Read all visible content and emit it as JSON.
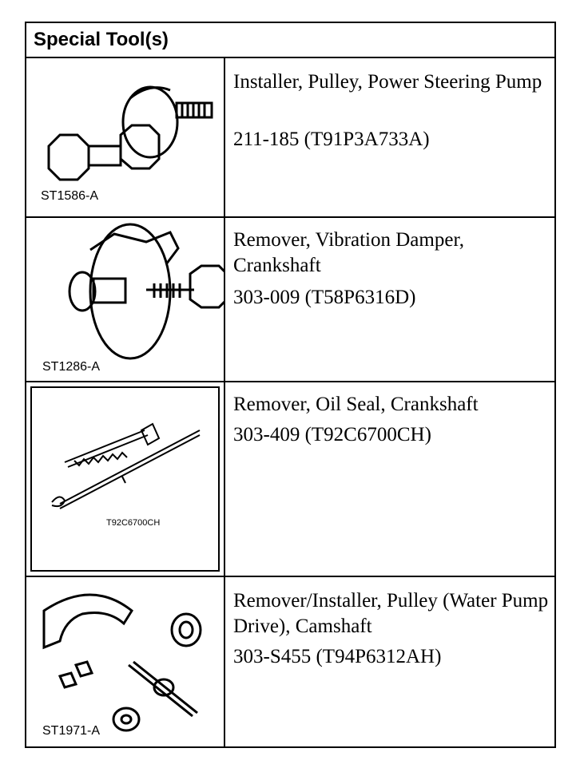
{
  "header": {
    "title": "Special Tool(s)"
  },
  "tools": [
    {
      "image_code": "ST1586-A",
      "description": "Installer, Pulley, Power Steering Pump",
      "part_number": "211-185 (T91P3A733A)"
    },
    {
      "image_code": "ST1286-A",
      "description": "Remover, Vibration Damper, Crankshaft",
      "part_number": "303-009 (T58P6316D)"
    },
    {
      "image_code": "T92C6700CH",
      "description": "Remover, Oil Seal, Crankshaft",
      "part_number": "303-409 (T92C6700CH)"
    },
    {
      "image_code": "ST1971-A",
      "description": "Remover/Installer, Pulley (Water Pump Drive), Camshaft",
      "part_number": "303-S455 (T94P6312AH)"
    }
  ]
}
